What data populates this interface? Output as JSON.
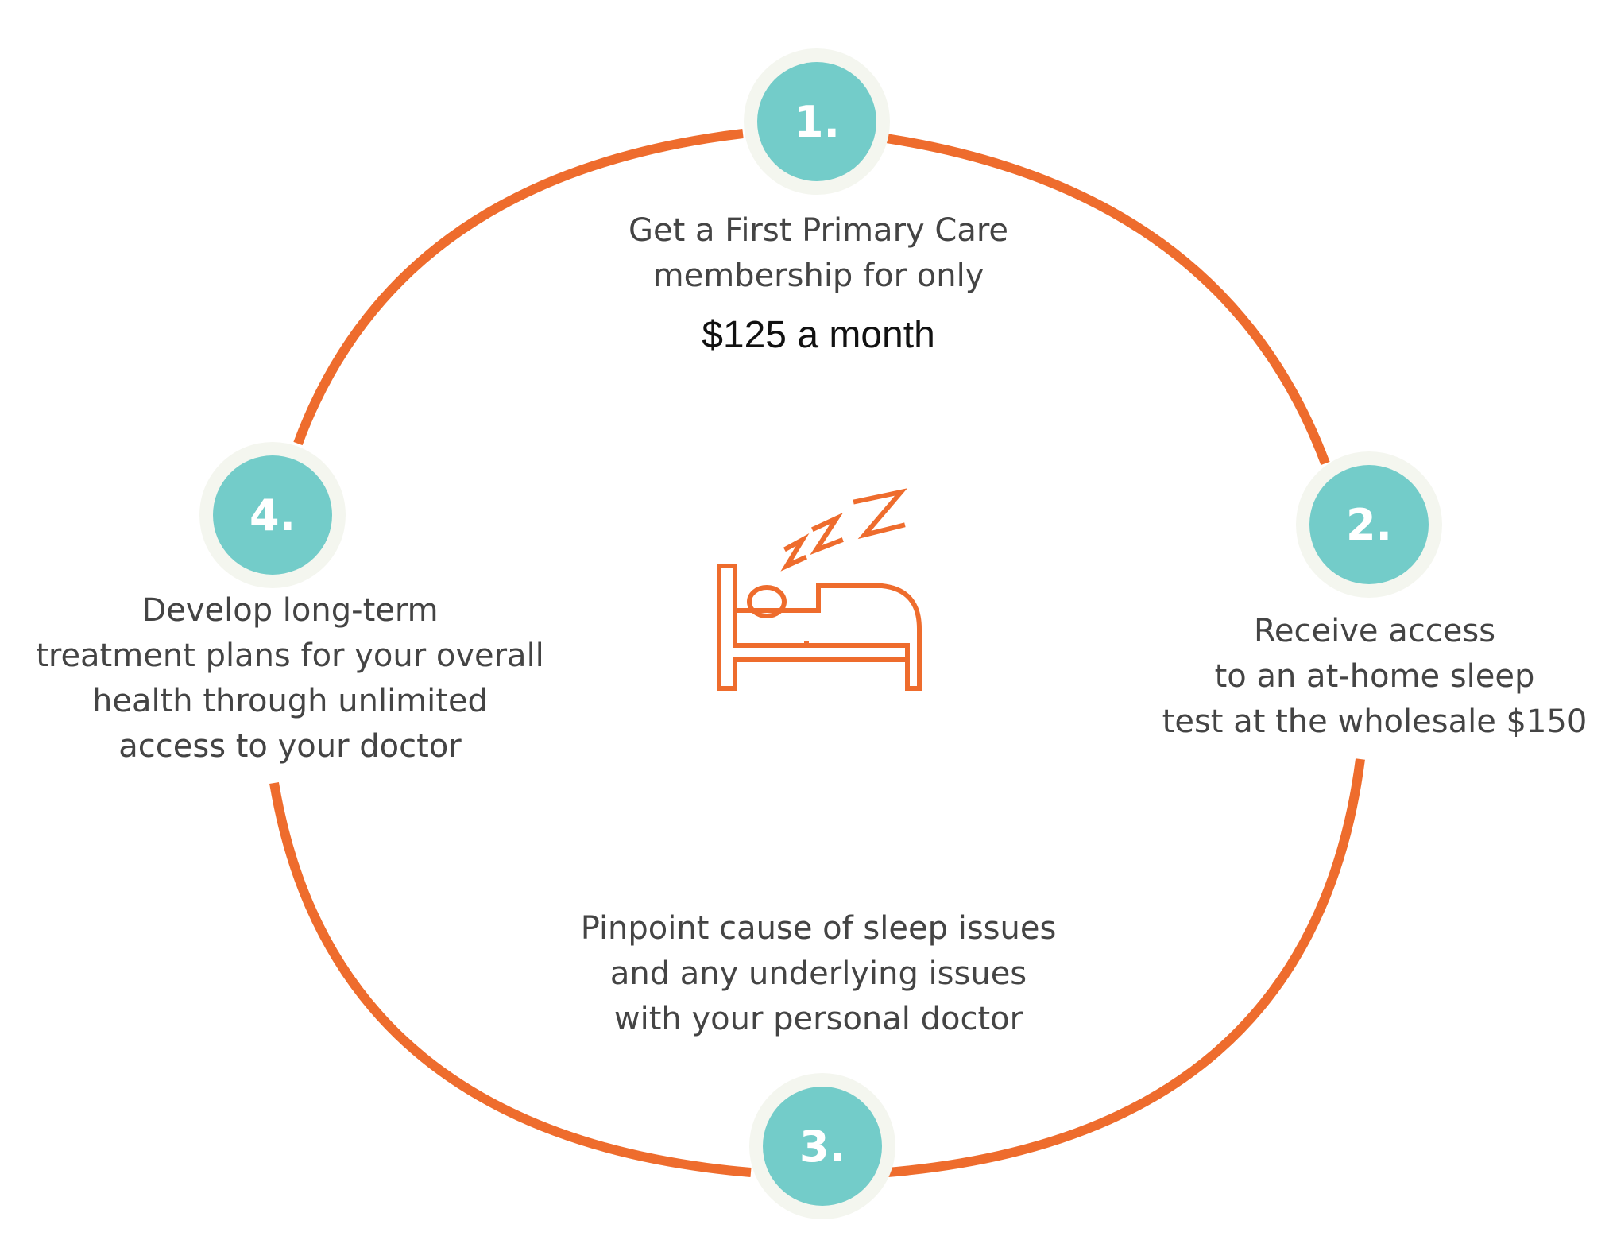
{
  "colors": {
    "ring": "#ee6c2d",
    "badge_fill": "#73ccc9",
    "badge_halo": "#f4f6ef",
    "badge_text": "#ffffff",
    "icon": "#ee6c2d",
    "text": "#444444",
    "price_text": "#111111"
  },
  "center_icon": "sleeping-in-bed-icon",
  "steps": [
    {
      "number": "1.",
      "lines": [
        "Get a First Primary Care",
        "membership for only"
      ],
      "price": "$125 a month"
    },
    {
      "number": "2.",
      "lines": [
        "Receive access",
        "to an at-home sleep",
        "test at the wholesale $150"
      ]
    },
    {
      "number": "3.",
      "lines": [
        "Pinpoint cause of sleep issues",
        "and any underlying issues",
        "with your personal doctor"
      ]
    },
    {
      "number": "4.",
      "lines": [
        "Develop long-term",
        "treatment plans for your overall",
        "health through unlimited",
        "access to your doctor"
      ]
    }
  ]
}
